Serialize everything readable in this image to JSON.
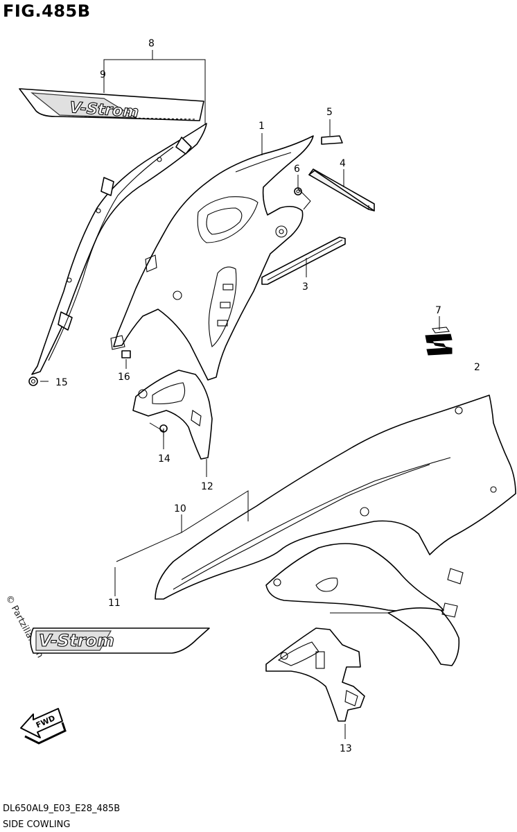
{
  "figure": {
    "title": "FIG.485B",
    "code": "DL650AL9_E03_E28_485B",
    "name": "SIDE COWLING",
    "copyright": "© Partzilla.com"
  },
  "callouts": [
    {
      "id": "callout-1",
      "label": "1"
    },
    {
      "id": "callout-2",
      "label": "2"
    },
    {
      "id": "callout-3",
      "label": "3"
    },
    {
      "id": "callout-4",
      "label": "4"
    },
    {
      "id": "callout-5",
      "label": "5"
    },
    {
      "id": "callout-6",
      "label": "6"
    },
    {
      "id": "callout-7",
      "label": "7"
    },
    {
      "id": "callout-8",
      "label": "8"
    },
    {
      "id": "callout-9",
      "label": "9"
    },
    {
      "id": "callout-10",
      "label": "10"
    },
    {
      "id": "callout-11",
      "label": "11"
    },
    {
      "id": "callout-12",
      "label": "12"
    },
    {
      "id": "callout-13",
      "label": "13"
    },
    {
      "id": "callout-14",
      "label": "14"
    },
    {
      "id": "callout-15",
      "label": "15"
    },
    {
      "id": "callout-16",
      "label": "16"
    }
  ],
  "decal_logo_text": "V-Strom",
  "direction_badge": "FWD"
}
